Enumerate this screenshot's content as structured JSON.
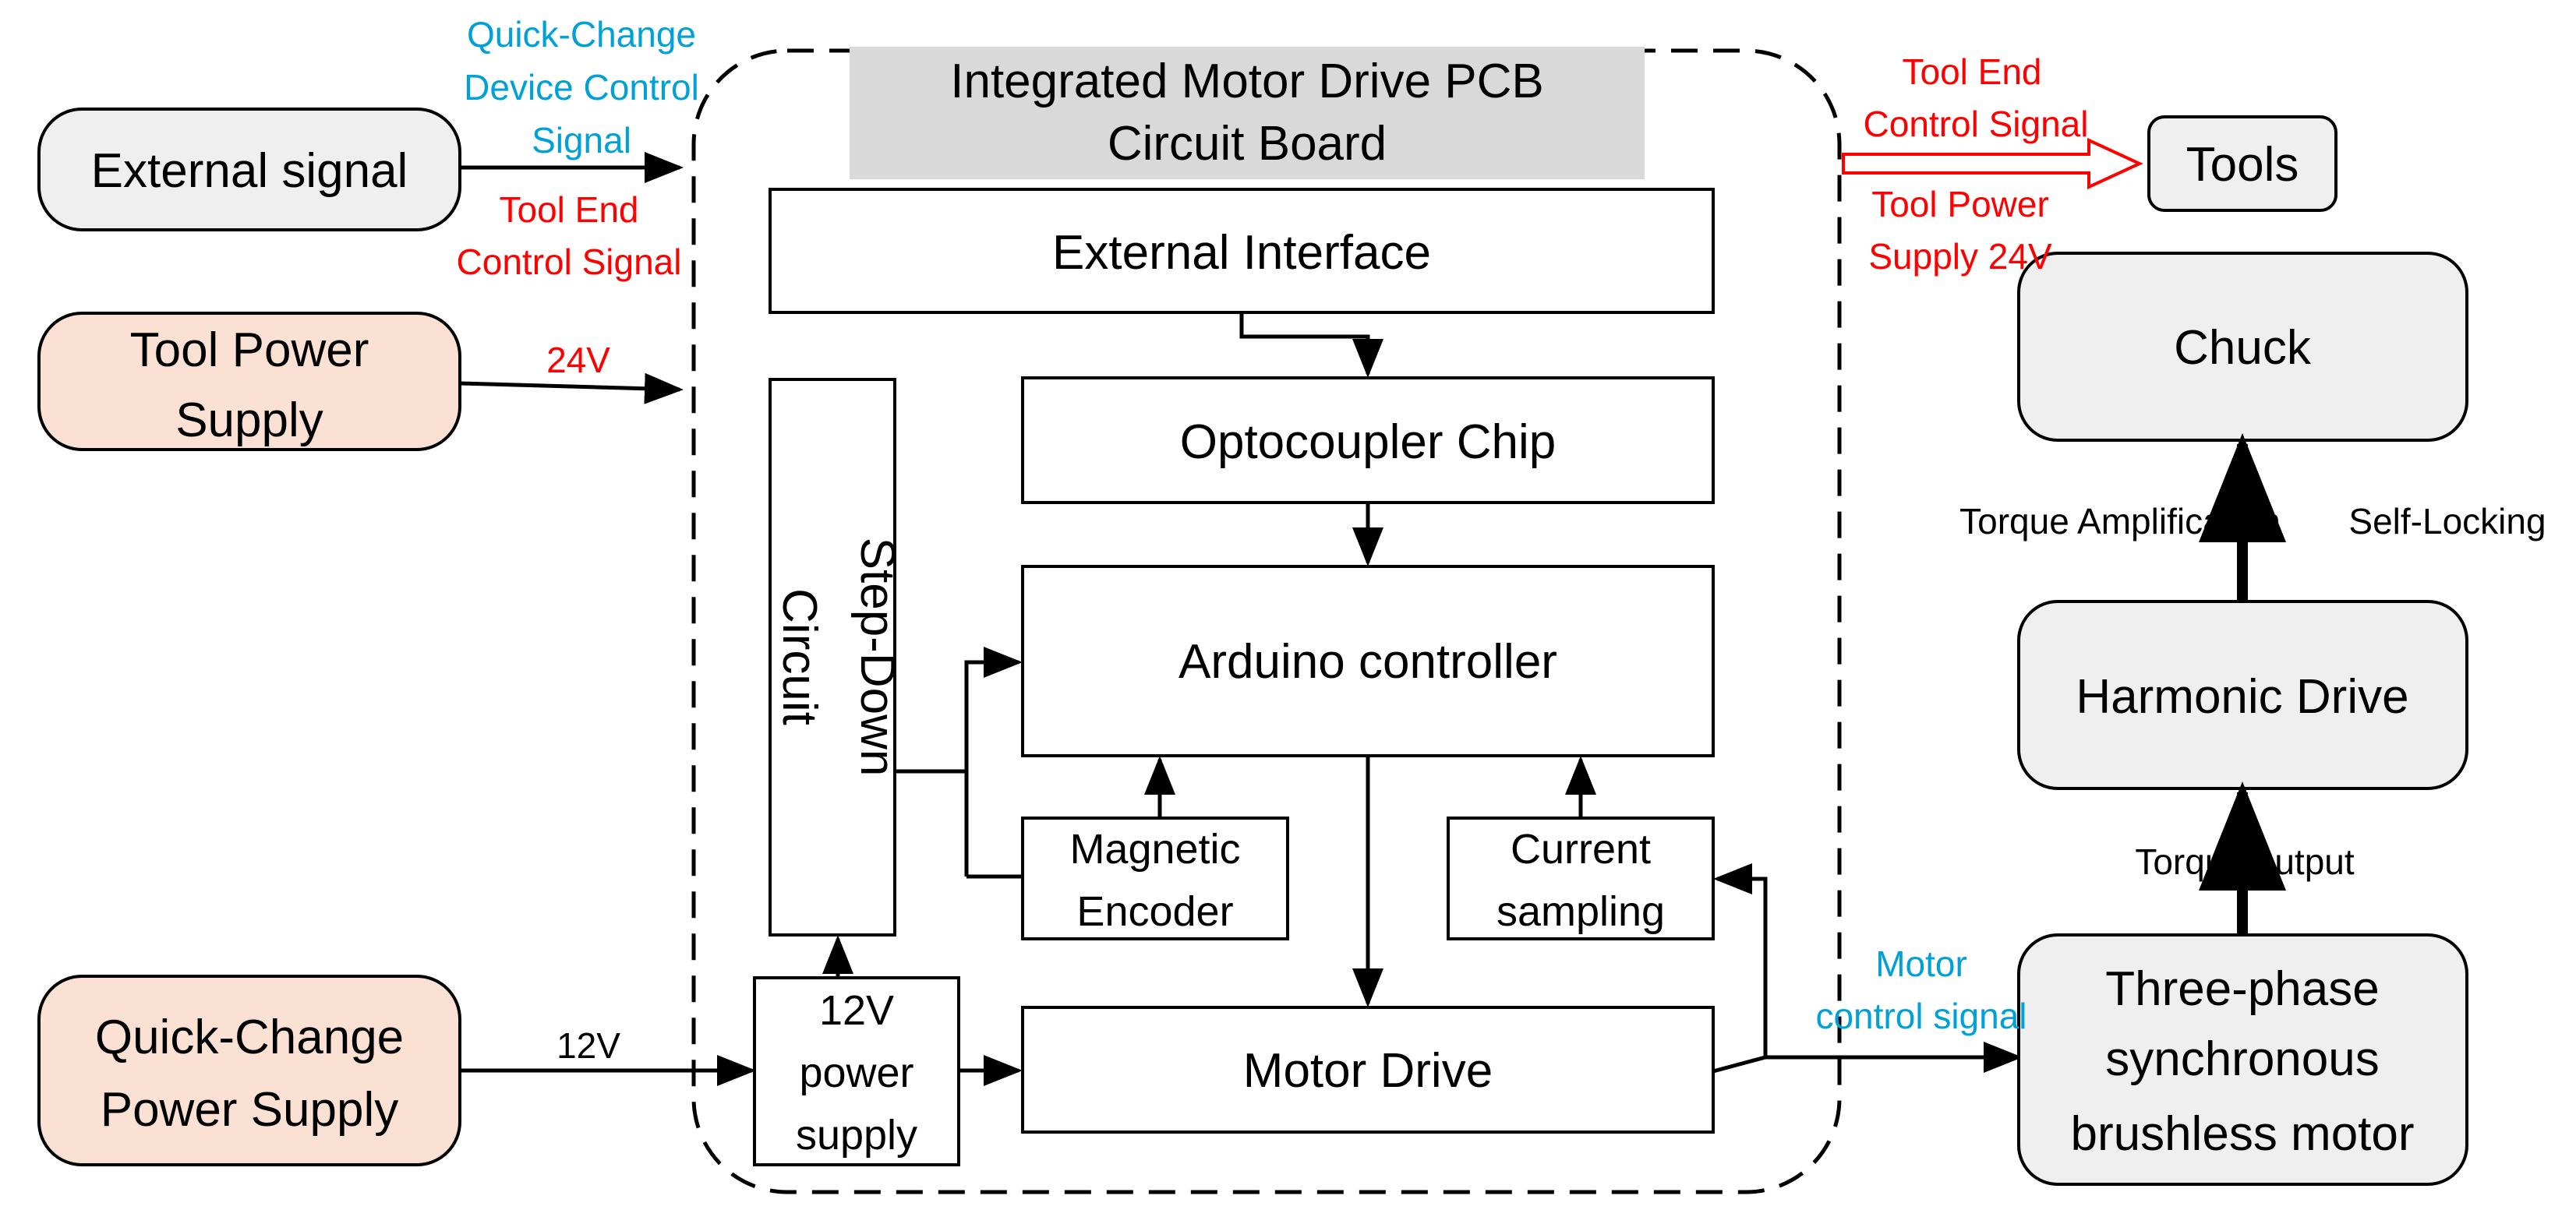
{
  "colors": {
    "signal_label": "#00a0d8",
    "power_label": "#ff0000",
    "power_source_fill": "#fbe0d4",
    "external_fill": "#efefef",
    "title_bar_fill": "#d9d9d9",
    "tool_arrow": "#ff0000"
  },
  "pcb": {
    "title_line1": "Integrated Motor Drive PCB",
    "title_line2": "Circuit Board"
  },
  "left": {
    "external_signal": "External signal",
    "tool_power_line1": "Tool Power",
    "tool_power_line2": "Supply",
    "quick_power_line1": "Quick-Change",
    "quick_power_line2": "Power Supply"
  },
  "labels": {
    "qc_signal_line1": "Quick-Change",
    "qc_signal_line2": "Device Control",
    "qc_signal_line3": "Signal",
    "tool_end_line1": "Tool End",
    "tool_end_line2": "Control Signal",
    "v24": "24V",
    "v12": "12V",
    "out_tool_end_line1": "Tool End",
    "out_tool_end_line2": "Control Signal",
    "out_tool_power_line1": "Tool Power",
    "out_tool_power_line2": "Supply 24V",
    "motor_ctrl_line1": "Motor",
    "motor_ctrl_line2": "control signal",
    "torque_amplification": "Torque Amplification",
    "self_locking": "Self-Locking",
    "torque_output": "Torque output"
  },
  "blocks": {
    "external_interface": "External Interface",
    "optocoupler": "Optocoupler Chip",
    "arduino": "Arduino controller",
    "step_down_line1": "Step-Down",
    "step_down_line2": "Circuit",
    "magnetic_line1": "Magnetic",
    "magnetic_line2": "Encoder",
    "current_line1": "Current",
    "current_line2": "sampling",
    "psu_line1": "12V",
    "psu_line2": "power",
    "psu_line3": "supply",
    "motor_drive": "Motor Drive"
  },
  "right": {
    "tools": "Tools",
    "chuck": "Chuck",
    "harmonic": "Harmonic Drive",
    "motor_line1": "Three-phase",
    "motor_line2": "synchronous",
    "motor_line3": "brushless motor"
  }
}
